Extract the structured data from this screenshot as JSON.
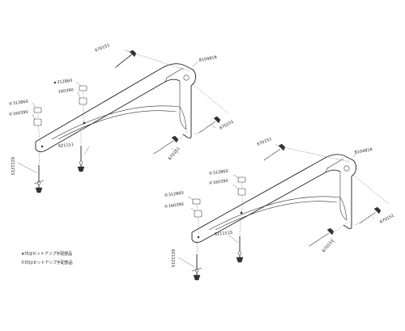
{
  "upper_assembly": {
    "screw_top_label": "670151",
    "bracket_label": "810481R",
    "cap_top_label": "★312860",
    "washer_top_label": "160390",
    "cap_left_label": "©312860",
    "washer_left_label": "©160390",
    "bolt_mid_label": "621151",
    "bolt_left_label": "621121S",
    "screw_right_label": "670151",
    "screw_bottom_label": "670151"
  },
  "lower_assembly": {
    "screw_top_label": "670151",
    "bracket_label": "810481R",
    "cap_top_label": "©312860",
    "washer_top_label": "©160390",
    "cap_left_label": "©312860",
    "washer_left_label": "©160390",
    "bolt_mid_label": "621151S",
    "bolt_left_label": "621121S",
    "screw_right_label": "670151",
    "screw_bottom_label": "670151"
  },
  "legend": {
    "line1": "★印はセットアップ手配部品",
    "line2": "©印はセットアップ手配部品"
  }
}
